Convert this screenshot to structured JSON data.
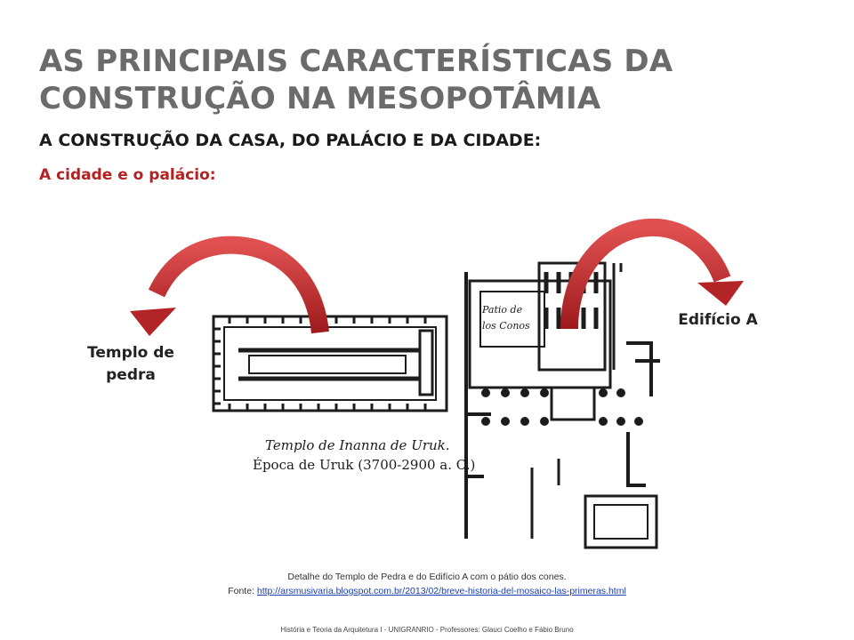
{
  "slide": {
    "title_line1": "AS PRINCIPAIS CARACTERÍSTICAS DA",
    "title_line2": "CONSTRUÇÃO NA MESOPOTÂMIA",
    "subtitle": "A CONSTRUÇÃO DA CASA, DO PALÁCIO E DA CIDADE:",
    "section": "A cidade e o palácio:"
  },
  "labels": {
    "temple_line1": "Templo de",
    "temple_line2": "pedra",
    "edificio": "Edifício A"
  },
  "plan": {
    "patio_line1": "Patio de",
    "patio_line2": "los Conos",
    "caption_line1": "Templo de Inanna de Uruk.",
    "caption_line2": "Época de Uruk (3700-2900 a. C.)"
  },
  "caption": {
    "line1": "Detalhe do Templo de Pedra e do Edifício A com o pátio dos cones.",
    "source_prefix": "Fonte: ",
    "source_link": "http://arsmusivaria.blogspot.com.br/2013/02/breve-historia-del-mosaico-las-primeras.html"
  },
  "footer": {
    "text": "História e Teoria da Arquitetura I - UNIGRANRIO - Professores: Glauci Coelho e Fábio Bruno"
  },
  "colors": {
    "title": "#6b6b6b",
    "section": "#b22222",
    "arrow": "#c0292b",
    "link": "#1a3fb0"
  }
}
